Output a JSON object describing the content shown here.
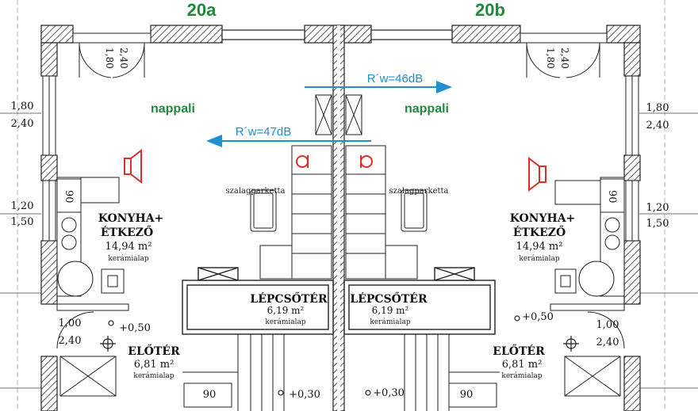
{
  "units": {
    "left": "20a",
    "right": "20b"
  },
  "colors": {
    "accent_green": "#1e8a3a",
    "accent_blue": "#1f8fd0",
    "speaker_red": "#d9302a",
    "wall_line": "#222222"
  },
  "acoustic": {
    "arrow_right": "R´w=46dB",
    "arrow_left": "R´w=47dB"
  },
  "rooms": {
    "living_left": "nappali",
    "living_right": "nappali",
    "parquet_left": "szalagparketta",
    "parquet_right": "szalagparketta",
    "kitchen_title_1": "KONYHA+",
    "kitchen_title_2": "ÉTKEZŐ",
    "kitchen_area": "14,94 m²",
    "kitchen_floor": "kerámialap",
    "stair_title": "LÉPCSŐTÉR",
    "stair_area": "6,19 m²",
    "stair_floor": "kerámialap",
    "hall_title": "ELŐTÉR",
    "hall_area": "6,81 m²",
    "hall_floor": "kerámialap"
  },
  "dims": {
    "door_top_a": "1,80",
    "door_top_b": "2,40",
    "win_side_a": "1,80",
    "win_side_b": "2,40",
    "win_kitchen_a": "1,20",
    "win_kitchen_b": "1,50",
    "fridge_90": "90",
    "entry_a": "1,00",
    "entry_b": "2,40",
    "level_050": "+0,50",
    "level_030": "+0,30",
    "bottom_90": "90"
  }
}
